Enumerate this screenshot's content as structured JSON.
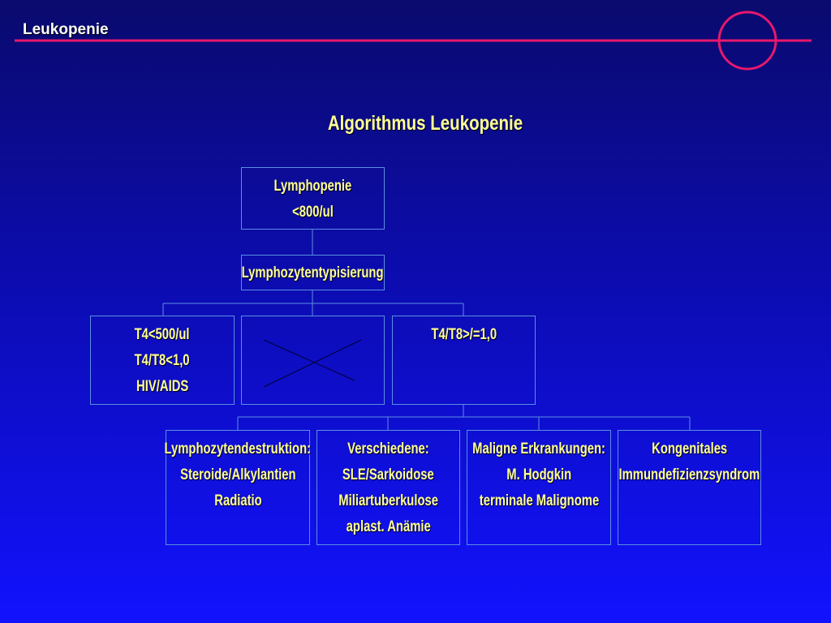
{
  "header": {
    "title": "Leukopenie"
  },
  "diagram": {
    "title": "Algorithmus Leukopenie",
    "root": {
      "lines": [
        "Lymphopenie",
        "<800/ul"
      ]
    },
    "typing": {
      "lines": [
        "Lymphozytentypisierung"
      ]
    },
    "level2": {
      "left": {
        "lines": [
          "T4<500/ul",
          "T4/T8<1,0",
          "HIV/AIDS"
        ]
      },
      "middle": {
        "crossed": true
      },
      "right": {
        "lines": [
          "T4/T8>/=1,0"
        ]
      }
    },
    "level3": [
      {
        "lines": [
          "Lymphozytendestruktion:",
          "Steroide/Alkylantien",
          "Radiatio"
        ]
      },
      {
        "lines": [
          "Verschiedene:",
          "SLE/Sarkoidose",
          "Miliartuberkulose",
          "aplast. Anämie"
        ]
      },
      {
        "lines": [
          "Maligne Erkrankungen:",
          "M. Hodgkin",
          "terminale Malignome"
        ]
      },
      {
        "lines": [
          "Kongenitales",
          "Immundefizienzsyndrom"
        ]
      }
    ]
  },
  "colors": {
    "accent": "#e8186c",
    "box_text": "#ffff99",
    "box_border": "#5a8fe0"
  }
}
